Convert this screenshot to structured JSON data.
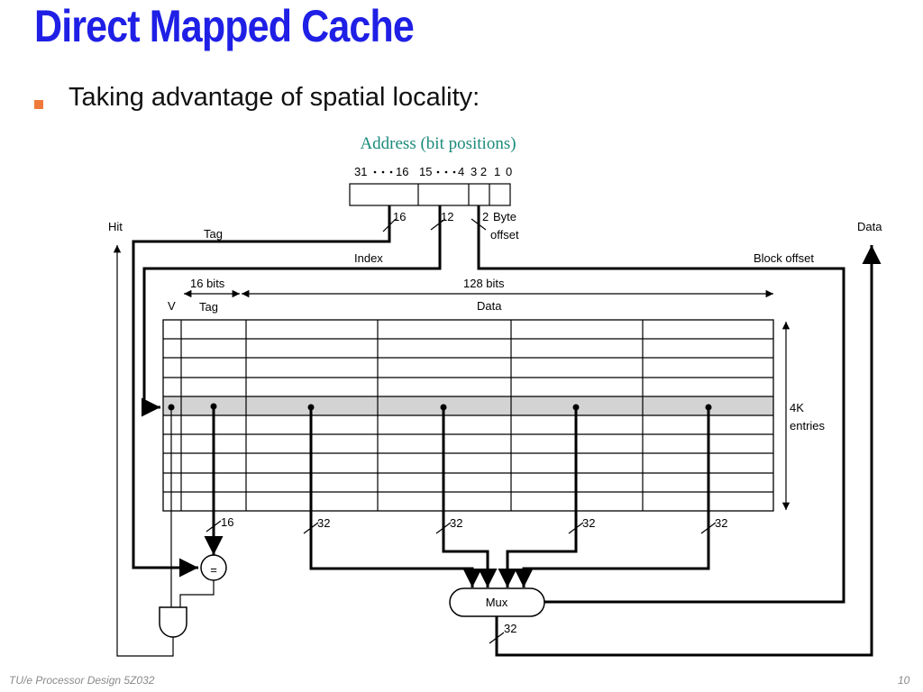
{
  "slide": {
    "title": "Direct Mapped Cache",
    "bullet": "Taking advantage of spatial locality:",
    "footer_left": "TU/e Processor Design 5Z032",
    "page_number": "10"
  },
  "diagram": {
    "caption": "Address (bit positions)",
    "bit_positions": {
      "p31": "31",
      "p16": "16",
      "p15": "15",
      "p4": "4",
      "p32": "3 2",
      "p1": "1",
      "p0": "0"
    },
    "field_widths": {
      "tag": "16",
      "index": "12",
      "block_offset": "2",
      "byte_offset": "Byte offset"
    },
    "labels": {
      "hit": "Hit",
      "data_out": "Data",
      "tag": "Tag",
      "index": "Index",
      "block_offset": "Block offset",
      "tag_bits": "16 bits",
      "data_bits": "128 bits",
      "col_v": "V",
      "col_tag": "Tag",
      "col_data": "Data",
      "entries_line1": "4K",
      "entries_line2": "entries",
      "tag_bus_width": "16",
      "word_bus_width": "32",
      "comparator": "=",
      "mux": "Mux",
      "mux_out_width": "32"
    },
    "cache": {
      "rows": 10,
      "highlighted_row": 5,
      "data_words_per_block": 4,
      "highlight_color": "#d3d3d3"
    }
  }
}
